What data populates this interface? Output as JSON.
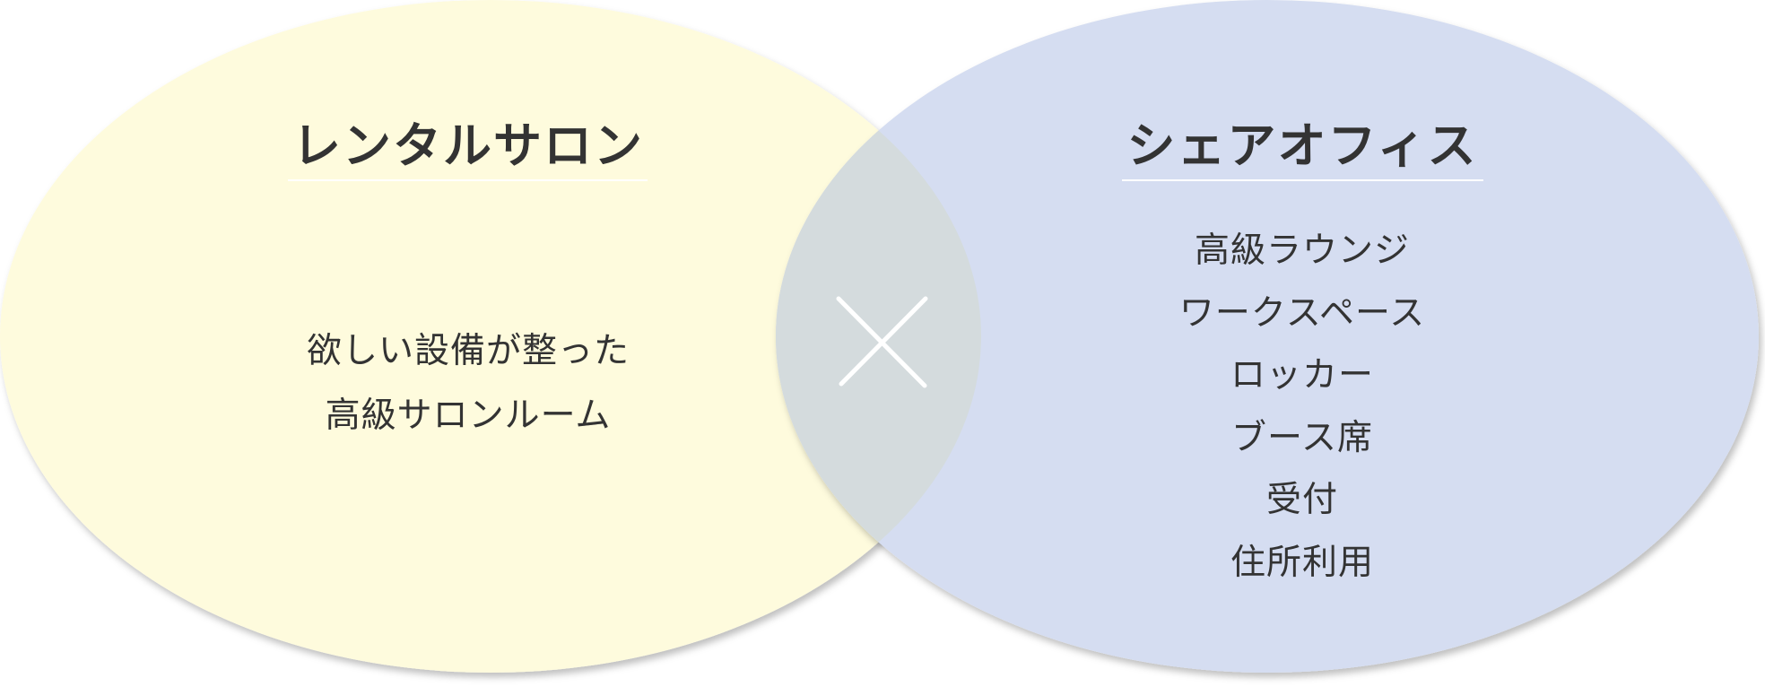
{
  "colors": {
    "left": "#fefbdd",
    "right": "#d5ddf1",
    "overlap": "#d4dbdd",
    "text": "#333333"
  },
  "left": {
    "title": "レンタルサロン",
    "lines": [
      "欲しい設備が整った",
      "高級サロンルーム"
    ]
  },
  "right": {
    "title": "シェアオフィス",
    "items": [
      "高級ラウンジ",
      "ワークスペース",
      "ロッカー",
      "ブース席",
      "受付",
      "住所利用"
    ]
  },
  "center": {
    "icon": "multiply-icon"
  }
}
